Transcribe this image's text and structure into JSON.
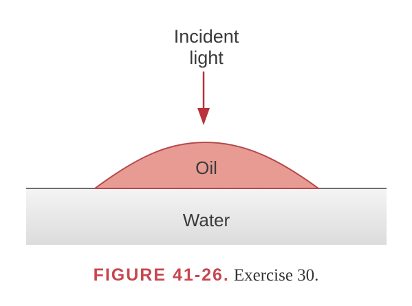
{
  "diagram": {
    "incident_line1": "Incident",
    "incident_line2": "light",
    "oil_label": "Oil",
    "water_label": "Water"
  },
  "caption": {
    "figure_label": "FIGURE 41-26.",
    "text": "Exercise 30."
  },
  "colors": {
    "oil_fill": "#e89b93",
    "oil_stroke": "#b44a4c",
    "water_fill_top": "#f4f4f4",
    "water_fill_bottom": "#dcdcdc",
    "arrow": "#b8333b",
    "caption_accent": "#c7474f"
  }
}
